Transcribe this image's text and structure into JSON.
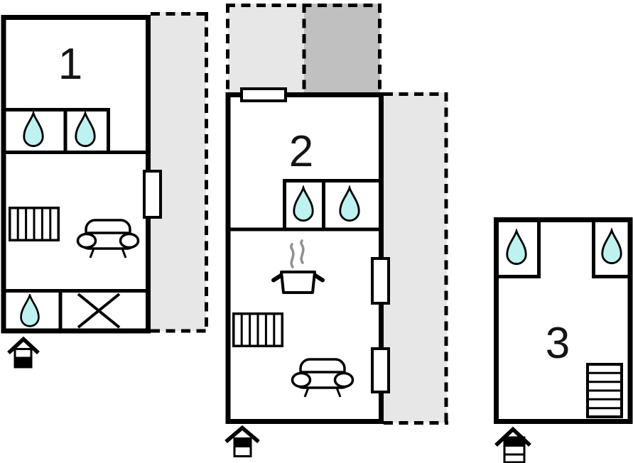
{
  "units": [
    {
      "label": "1"
    },
    {
      "label": "2"
    },
    {
      "label": "3"
    }
  ],
  "colors": {
    "wall": "#000000",
    "water": "#bdf2f0",
    "terrace_light": "#e7e7e7",
    "terrace_dark": "#c0c0c0",
    "steam": "#8f8f8f",
    "background": "#ffffff"
  },
  "icons": {
    "water_drop": "teardrop shape = water point (sink / shower)",
    "radiator": "vertically striped rectangle = radiator",
    "sofa": "couch outline seen from front",
    "stove": "steaming pot = cooker",
    "stairs": "stepped rectangle = staircase",
    "entrance": "roofed arrow with steps = entrance",
    "cross": "X mark = utility / storage area"
  }
}
